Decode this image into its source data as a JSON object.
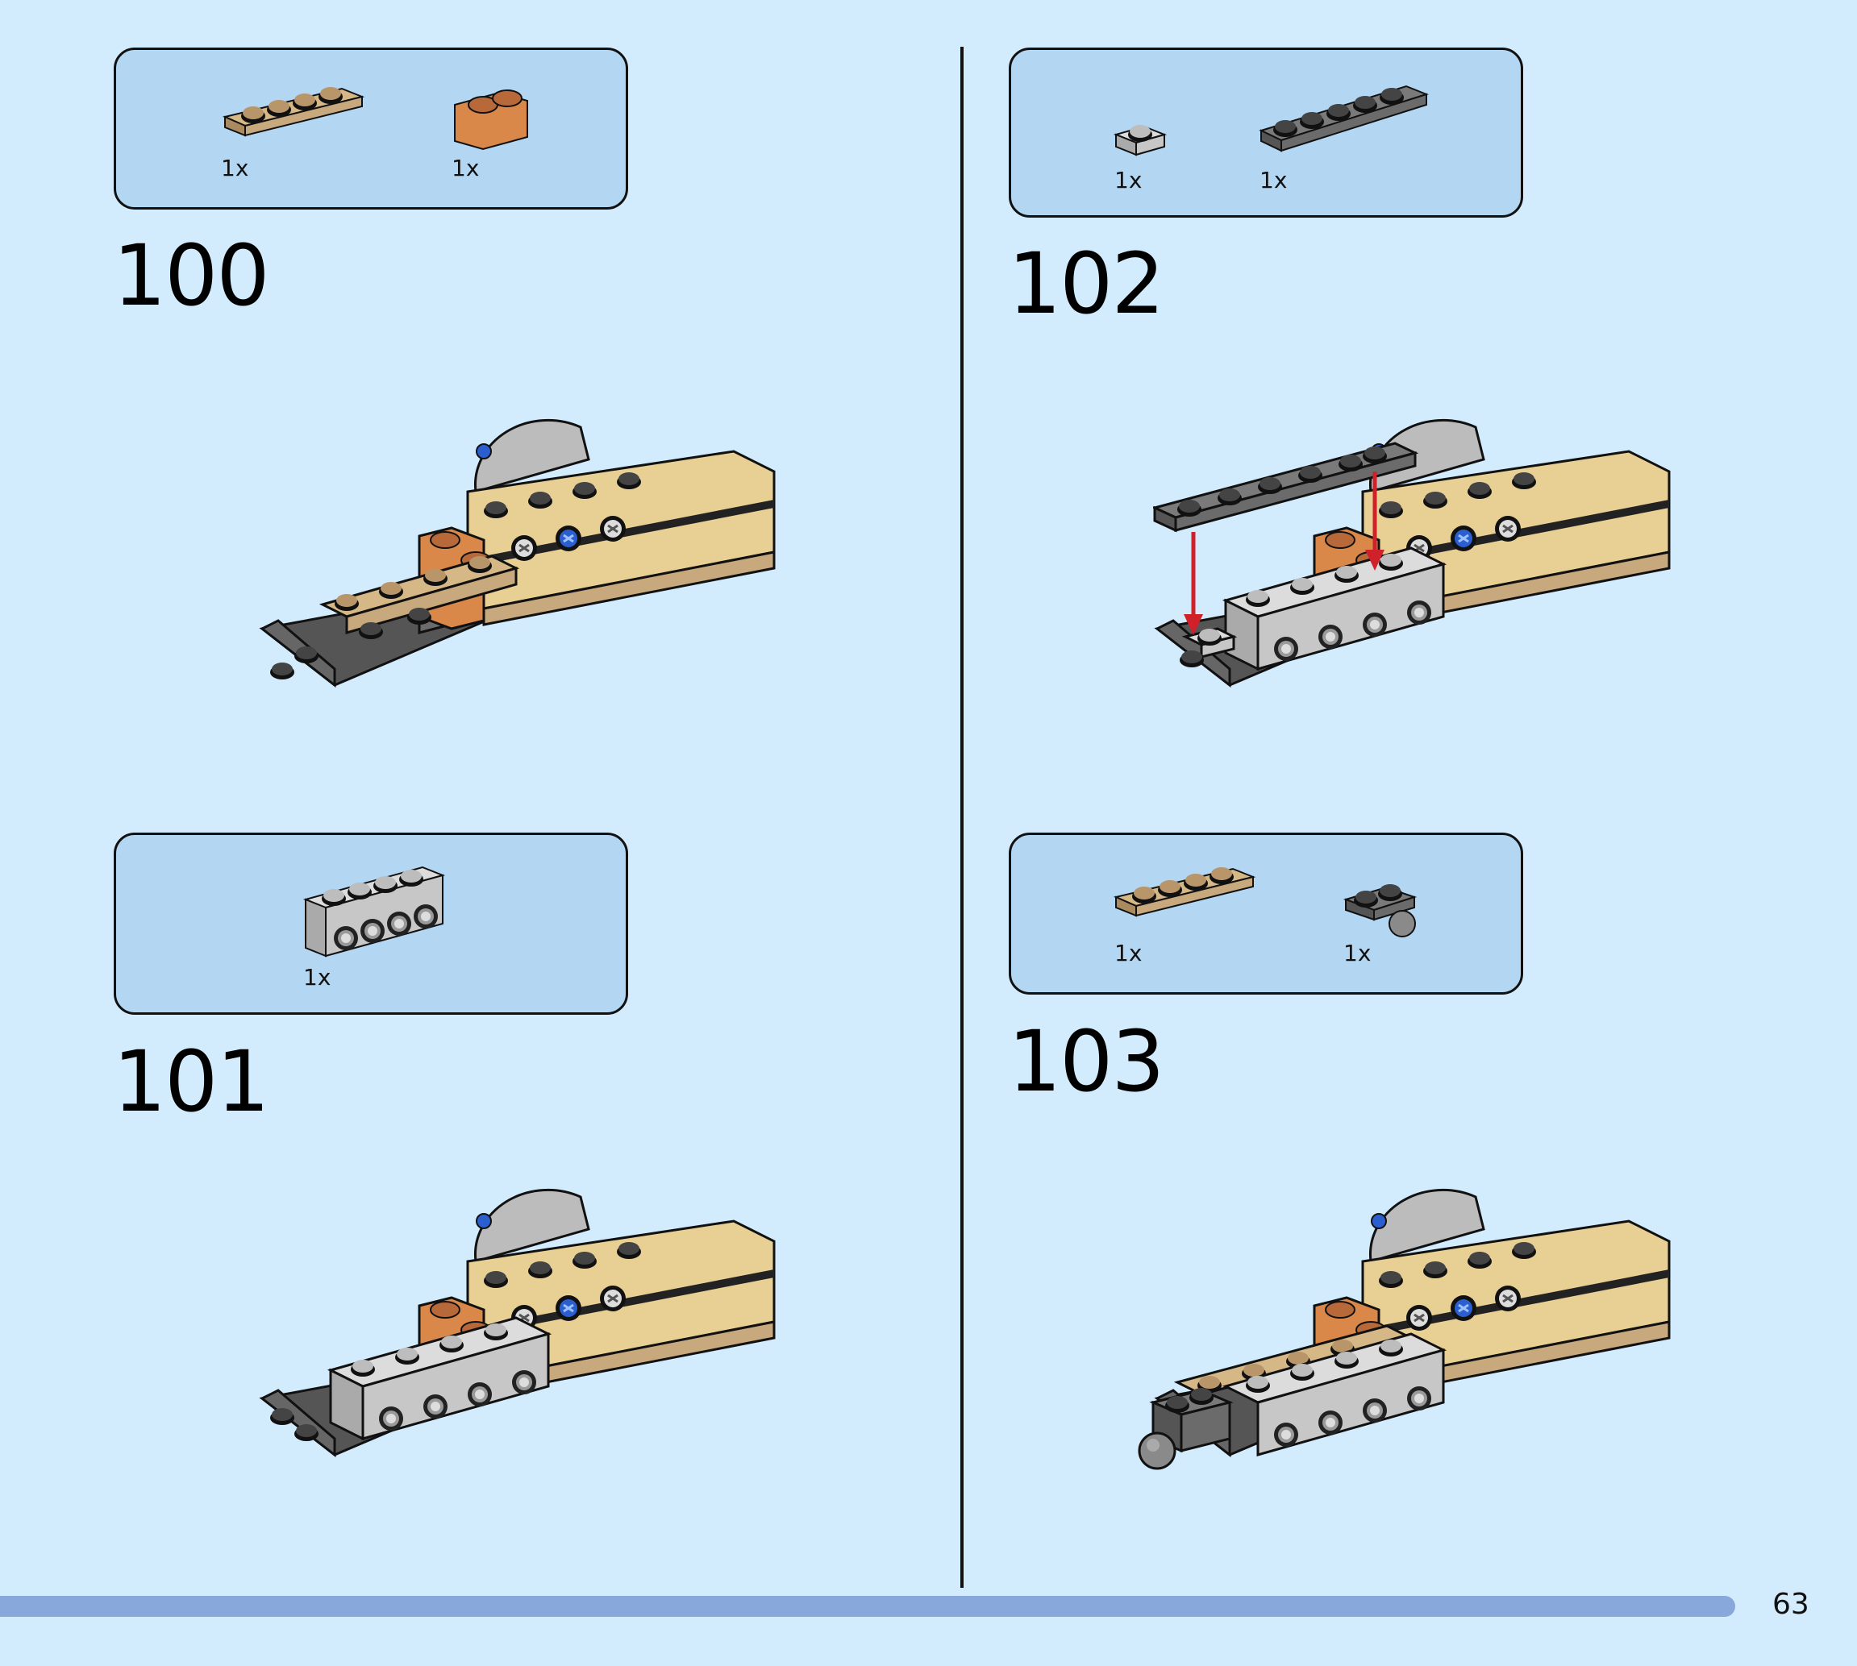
{
  "page": {
    "number": "63"
  },
  "steps": [
    {
      "number": "100",
      "parts": [
        {
          "icon": "tan-plate-1x4-icon",
          "color": "#c8a97d",
          "qty": "1x"
        },
        {
          "icon": "orange-brick-round-icon",
          "color": "#d9884a",
          "qty": "1x"
        }
      ]
    },
    {
      "number": "101",
      "parts": [
        {
          "icon": "light-gray-technic-brick-1x4-icon",
          "color": "#c7c7c7",
          "qty": "1x"
        }
      ]
    },
    {
      "number": "102",
      "parts": [
        {
          "icon": "light-gray-plate-1x1-icon",
          "color": "#cdcdcd",
          "qty": "1x"
        },
        {
          "icon": "dark-gray-plate-1x6-icon",
          "color": "#6b6b6b",
          "qty": "1x"
        }
      ]
    },
    {
      "number": "103",
      "parts": [
        {
          "icon": "tan-plate-1x4-icon",
          "color": "#c8a97d",
          "qty": "1x"
        },
        {
          "icon": "dark-gray-plate-with-ball-icon",
          "color": "#6b6b6b",
          "qty": "1x"
        }
      ]
    }
  ],
  "colors": {
    "background": "#d3ecfd",
    "parts_box": "#b3d7f3",
    "progress_bar": "#88a8dc",
    "assembly_arrow": "#d0202a"
  }
}
